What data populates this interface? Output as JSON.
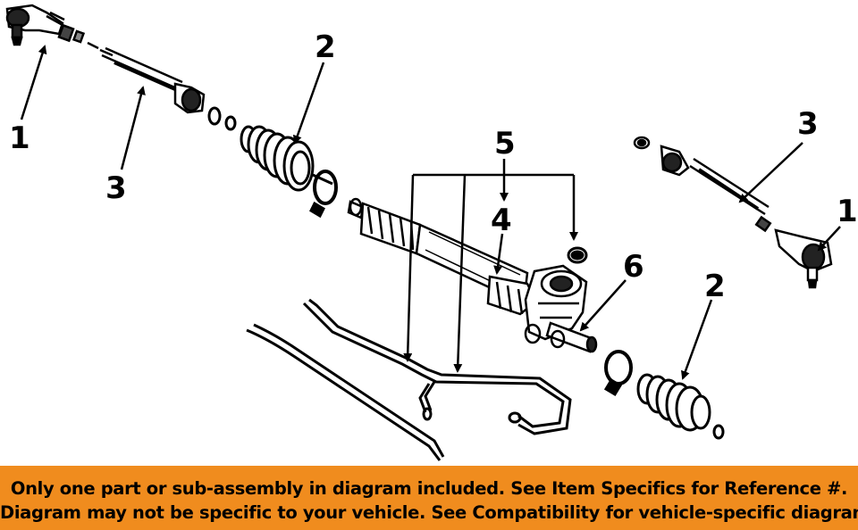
{
  "callouts": {
    "left_tie_rod_end": "1",
    "right_tie_rod_end": "1",
    "left_boot": "2",
    "right_boot": "2",
    "left_inner_tie_rod": "3",
    "right_inner_tie_rod": "3",
    "rack_housing": "4",
    "hose_lines": "5",
    "pinion_valve": "6"
  },
  "banner": {
    "line1": "Only one part or sub-assembly in diagram included. See Item Specifics for Reference #.",
    "line2": "Diagram may not be specific to your vehicle. See Compatibility for vehicle-specific diagrams."
  },
  "colors": {
    "banner_bg": "#f08c1e",
    "ink": "#000000"
  }
}
